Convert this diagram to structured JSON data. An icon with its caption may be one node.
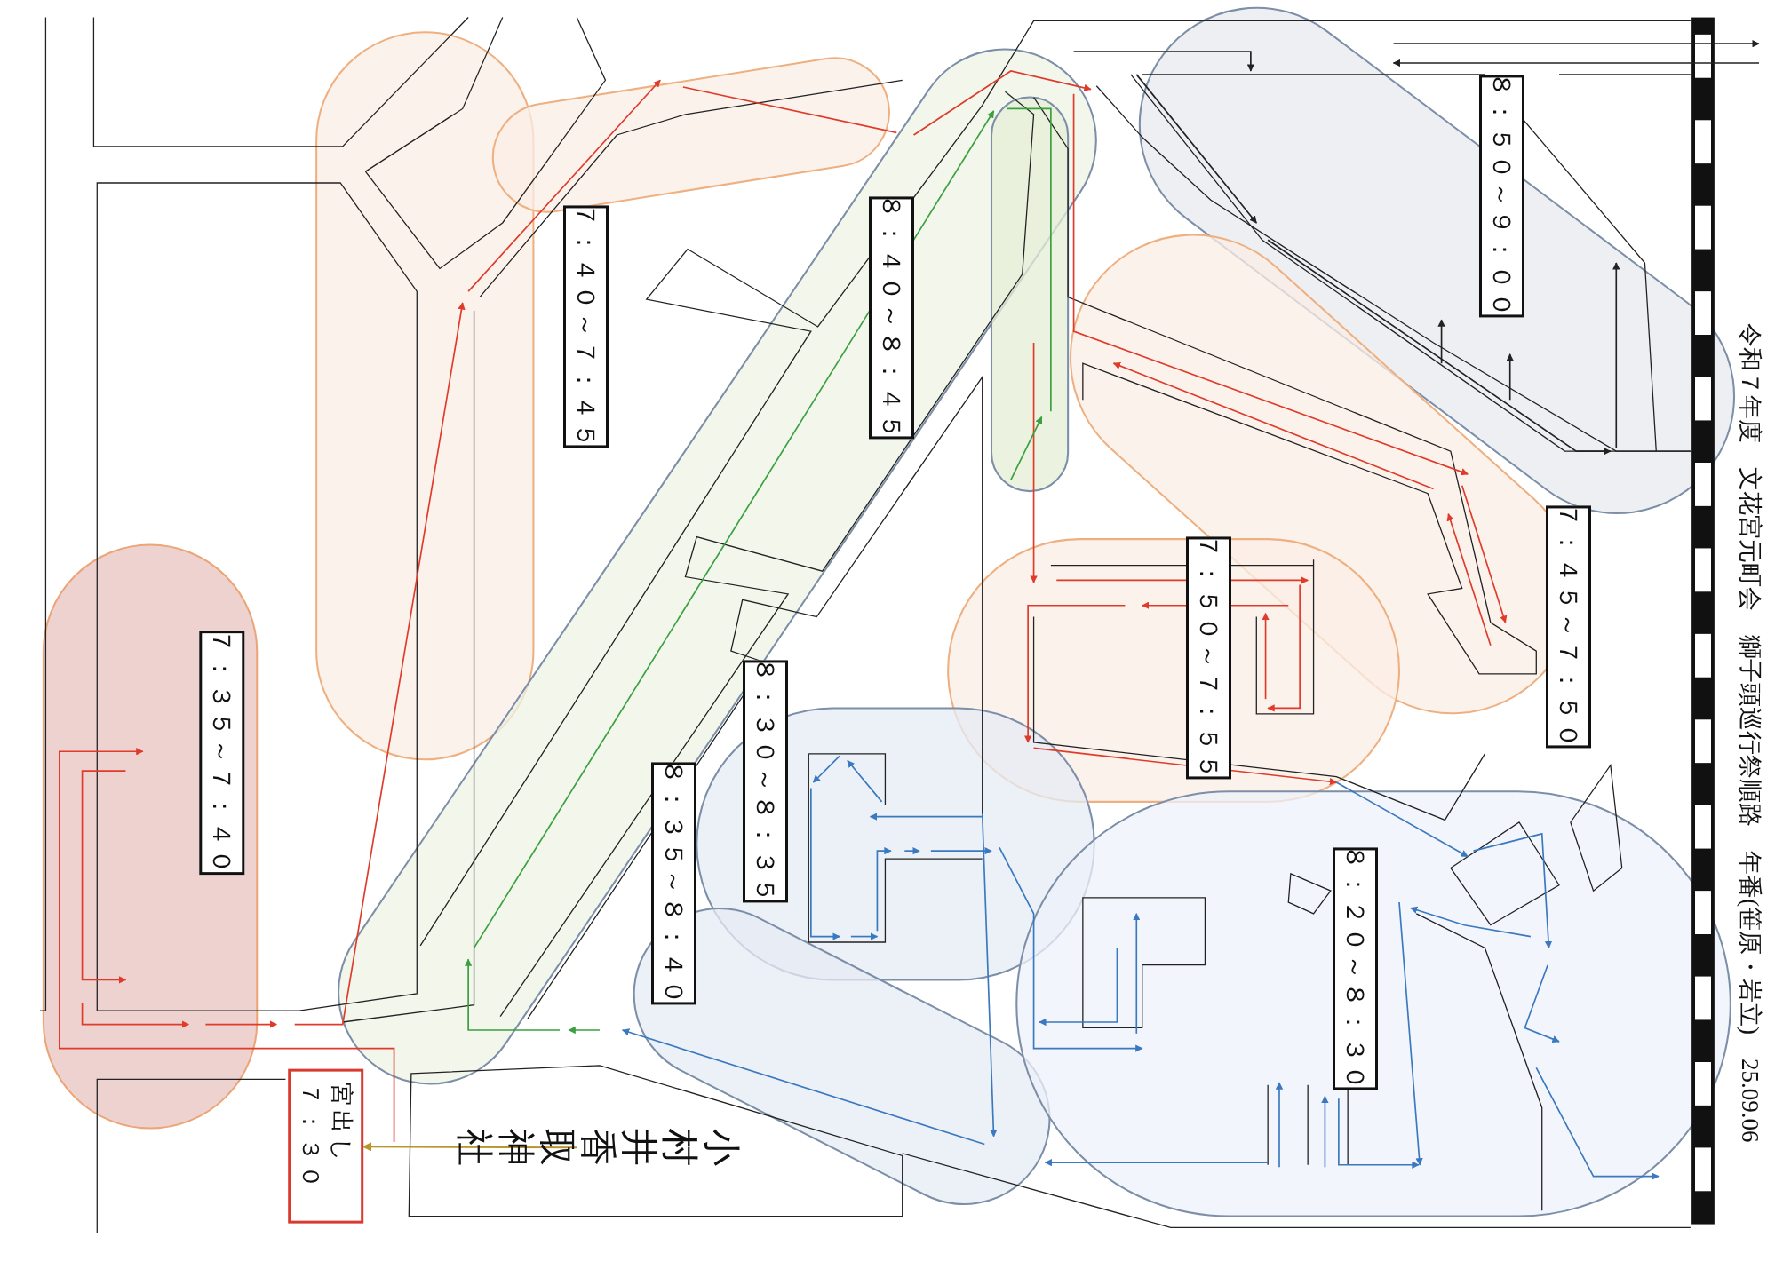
{
  "diagram": {
    "title": "令和７年度　文花宮元町会　獅子頭巡行祭順路　年番(笹原・岩立)　25.09.06",
    "nodes": [
      {
        "text": [
          "宮出し",
          "７：３０"
        ]
      },
      {
        "text": [
          "７：３５～７：４０"
        ]
      },
      {
        "text": [
          "７：４０～７：４５"
        ]
      },
      {
        "text": [
          "７：４５～７：５０"
        ]
      },
      {
        "text": [
          "７：５０～７：５５"
        ]
      },
      {
        "text": [
          "８：２０～８：３０"
        ]
      },
      {
        "text": [
          "８：３０～８：３５"
        ]
      },
      {
        "text": [
          "８：３５～８：４０"
        ]
      },
      {
        "text": [
          "８：４０～８：４５"
        ]
      },
      {
        "text": [
          "８：５０～９：００"
        ]
      },
      {
        "text": [
          "小村井香取神社"
        ]
      }
    ],
    "edges": [
      {
        "from": 10,
        "to": 0,
        "arrow": "to",
        "color": "#b8962e"
      }
    ]
  }
}
